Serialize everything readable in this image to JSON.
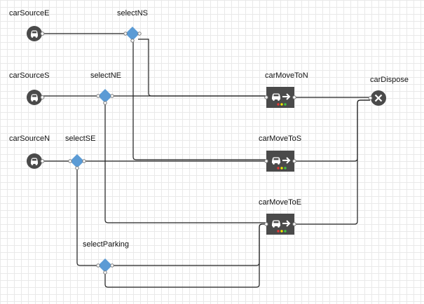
{
  "blocks": {
    "carSourceE": "carSourceE",
    "carSourceS": "carSourceS",
    "carSourceN": "carSourceN",
    "selectNS": "selectNS",
    "selectNE": "selectNE",
    "selectSE": "selectSE",
    "selectParking": "selectParking",
    "carMoveToN": "carMoveToN",
    "carMoveToS": "carMoveToS",
    "carMoveToE": "carMoveToE",
    "carDispose": "carDispose"
  },
  "icons": {
    "source": "car-icon",
    "select": "diamond-icon",
    "move": "car-move-icon",
    "dispose": "close-icon"
  },
  "colors": {
    "block_dark": "#4a4a4a",
    "select_blue": "#5b9bd5",
    "connector": "#222222",
    "grid_minor": "#e9e9e9",
    "grid_major": "#d6d6d6",
    "light_red": "#e53935",
    "light_yellow": "#f2e600",
    "light_green": "#43c443"
  }
}
